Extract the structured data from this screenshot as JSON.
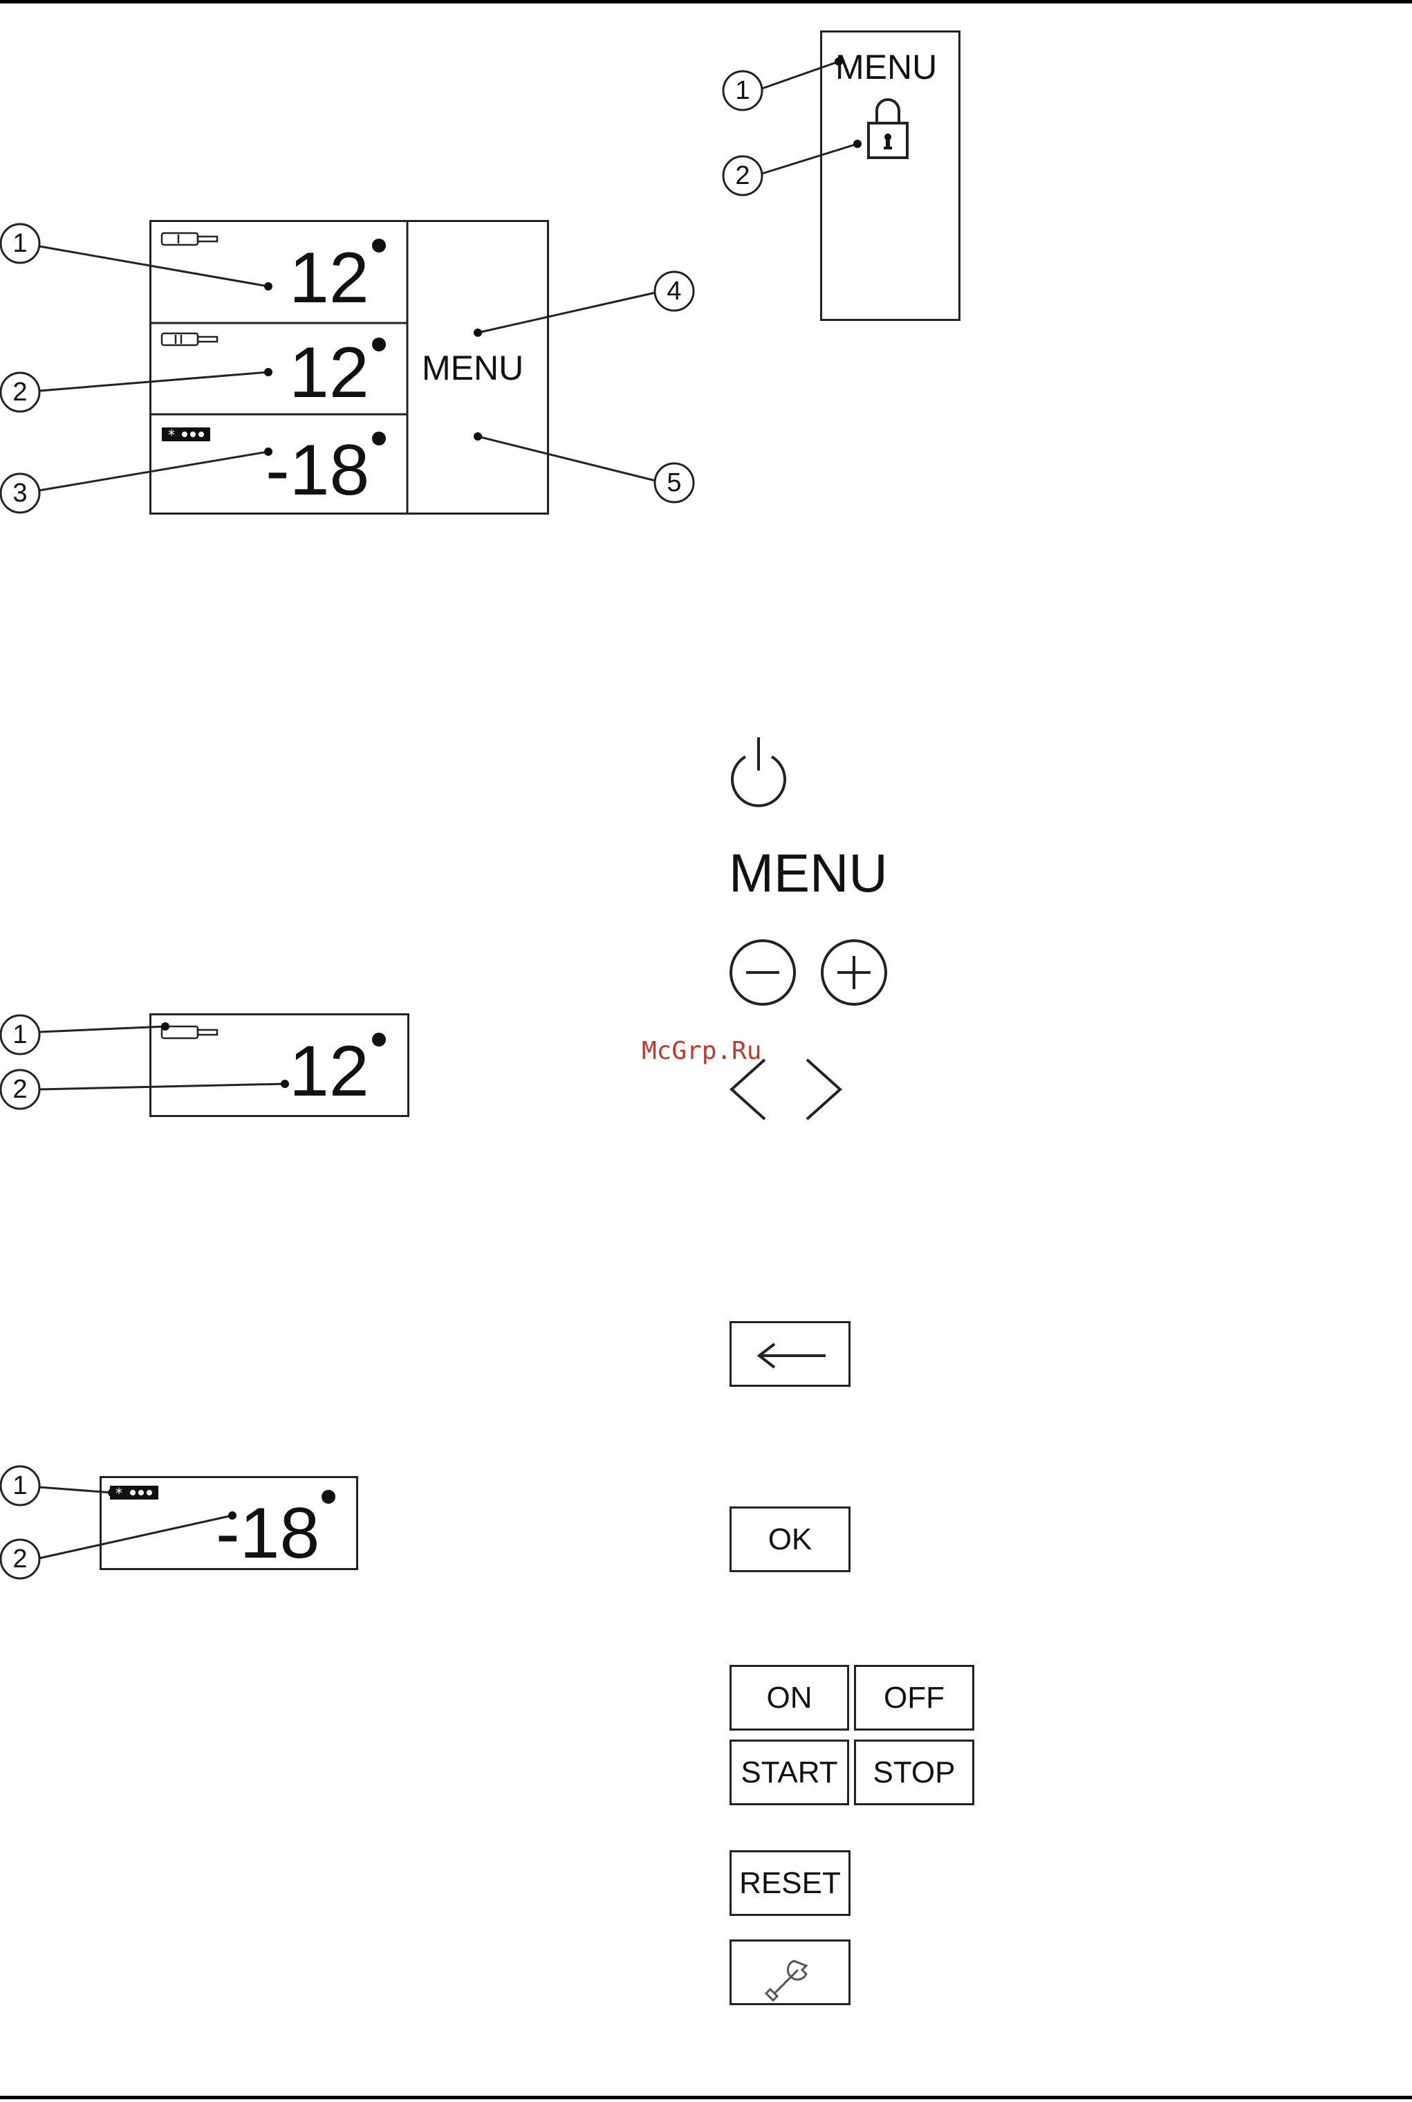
{
  "display_panel": {
    "rows": [
      {
        "value": "12",
        "icon": "wine-bottle-zone-1-icon"
      },
      {
        "value": "12",
        "icon": "wine-bottle-zone-2-icon"
      },
      {
        "value": "-18",
        "icon": "freezer-star-icon"
      }
    ],
    "menu_label": "MENU",
    "callouts": [
      "1",
      "2",
      "3",
      "4",
      "5"
    ]
  },
  "lock_panel": {
    "menu_label": "MENU",
    "icon": "padlock-icon",
    "callouts": [
      "1",
      "2"
    ]
  },
  "zone_display_wine": {
    "value": "12",
    "icon": "wine-bottle-icon",
    "callouts": [
      "1",
      "2"
    ]
  },
  "zone_display_freezer": {
    "value": "-18",
    "icon": "freezer-star-icon",
    "callouts": [
      "1",
      "2"
    ]
  },
  "controls": {
    "power_icon": "power-icon",
    "menu_label": "MENU",
    "minus_icon": "minus-circle-icon",
    "plus_icon": "plus-circle-icon",
    "left_icon": "chevron-left-icon",
    "right_icon": "chevron-right-icon",
    "back_icon": "arrow-left-icon",
    "ok_label": "OK",
    "on_label": "ON",
    "off_label": "OFF",
    "start_label": "START",
    "stop_label": "STOP",
    "reset_label": "RESET",
    "wrench_icon": "wrench-icon"
  },
  "watermark": "McGrp.Ru"
}
